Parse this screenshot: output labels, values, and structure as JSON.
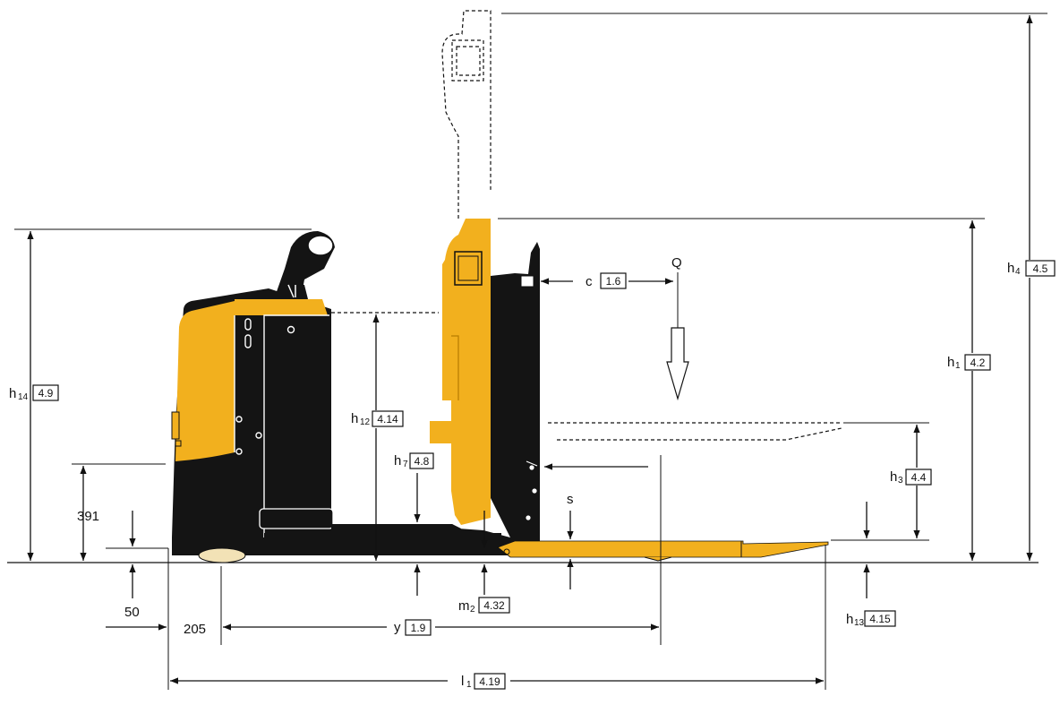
{
  "dimensions": {
    "h14": {
      "sym": "h",
      "sub": "14",
      "ref": "4.9"
    },
    "h12": {
      "sym": "h",
      "sub": "12",
      "ref": "4.14"
    },
    "h7": {
      "sym": "h",
      "sub": "7",
      "ref": "4.8"
    },
    "h1": {
      "sym": "h",
      "sub": "1",
      "ref": "4.2"
    },
    "h4": {
      "sym": "h",
      "sub": "4",
      "ref": "4.5"
    },
    "h3": {
      "sym": "h",
      "sub": "3",
      "ref": "4.4"
    },
    "h13": {
      "sym": "h",
      "sub": "13",
      "ref": "4.15"
    },
    "c": {
      "sym": "c",
      "ref": "1.6"
    },
    "m2": {
      "sym": "m",
      "sub": "2",
      "ref": "4.32"
    },
    "y": {
      "sym": "y",
      "ref": "1.9"
    },
    "l1": {
      "sym": "l",
      "sub": "1",
      "ref": "4.19"
    }
  },
  "labels": {
    "q": "Q",
    "s": "s",
    "v391": "391",
    "v50": "50",
    "v205": "205"
  },
  "colors": {
    "truck_yellow": "#f2b01e",
    "truck_black": "#141414",
    "line": "#111111"
  }
}
